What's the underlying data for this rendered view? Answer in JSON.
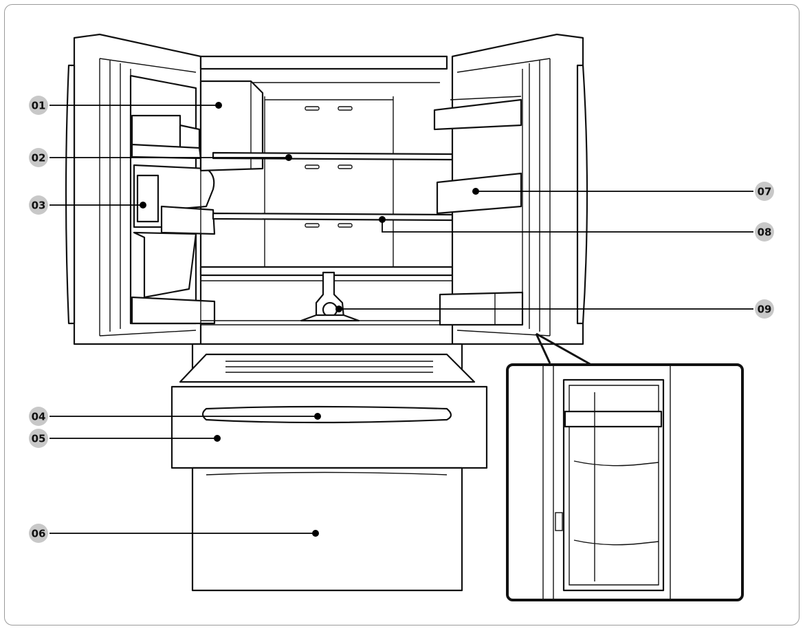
{
  "callouts": [
    {
      "id": "c01",
      "label": "01"
    },
    {
      "id": "c02",
      "label": "02"
    },
    {
      "id": "c03",
      "label": "03"
    },
    {
      "id": "c04",
      "label": "04"
    },
    {
      "id": "c05",
      "label": "05"
    },
    {
      "id": "c06",
      "label": "06"
    },
    {
      "id": "c07",
      "label": "07"
    },
    {
      "id": "c08",
      "label": "08"
    },
    {
      "id": "c09",
      "label": "09"
    }
  ],
  "colors": {
    "line": "#111111",
    "badge": "#c8c8c8",
    "frame": "#9a9a9a"
  }
}
